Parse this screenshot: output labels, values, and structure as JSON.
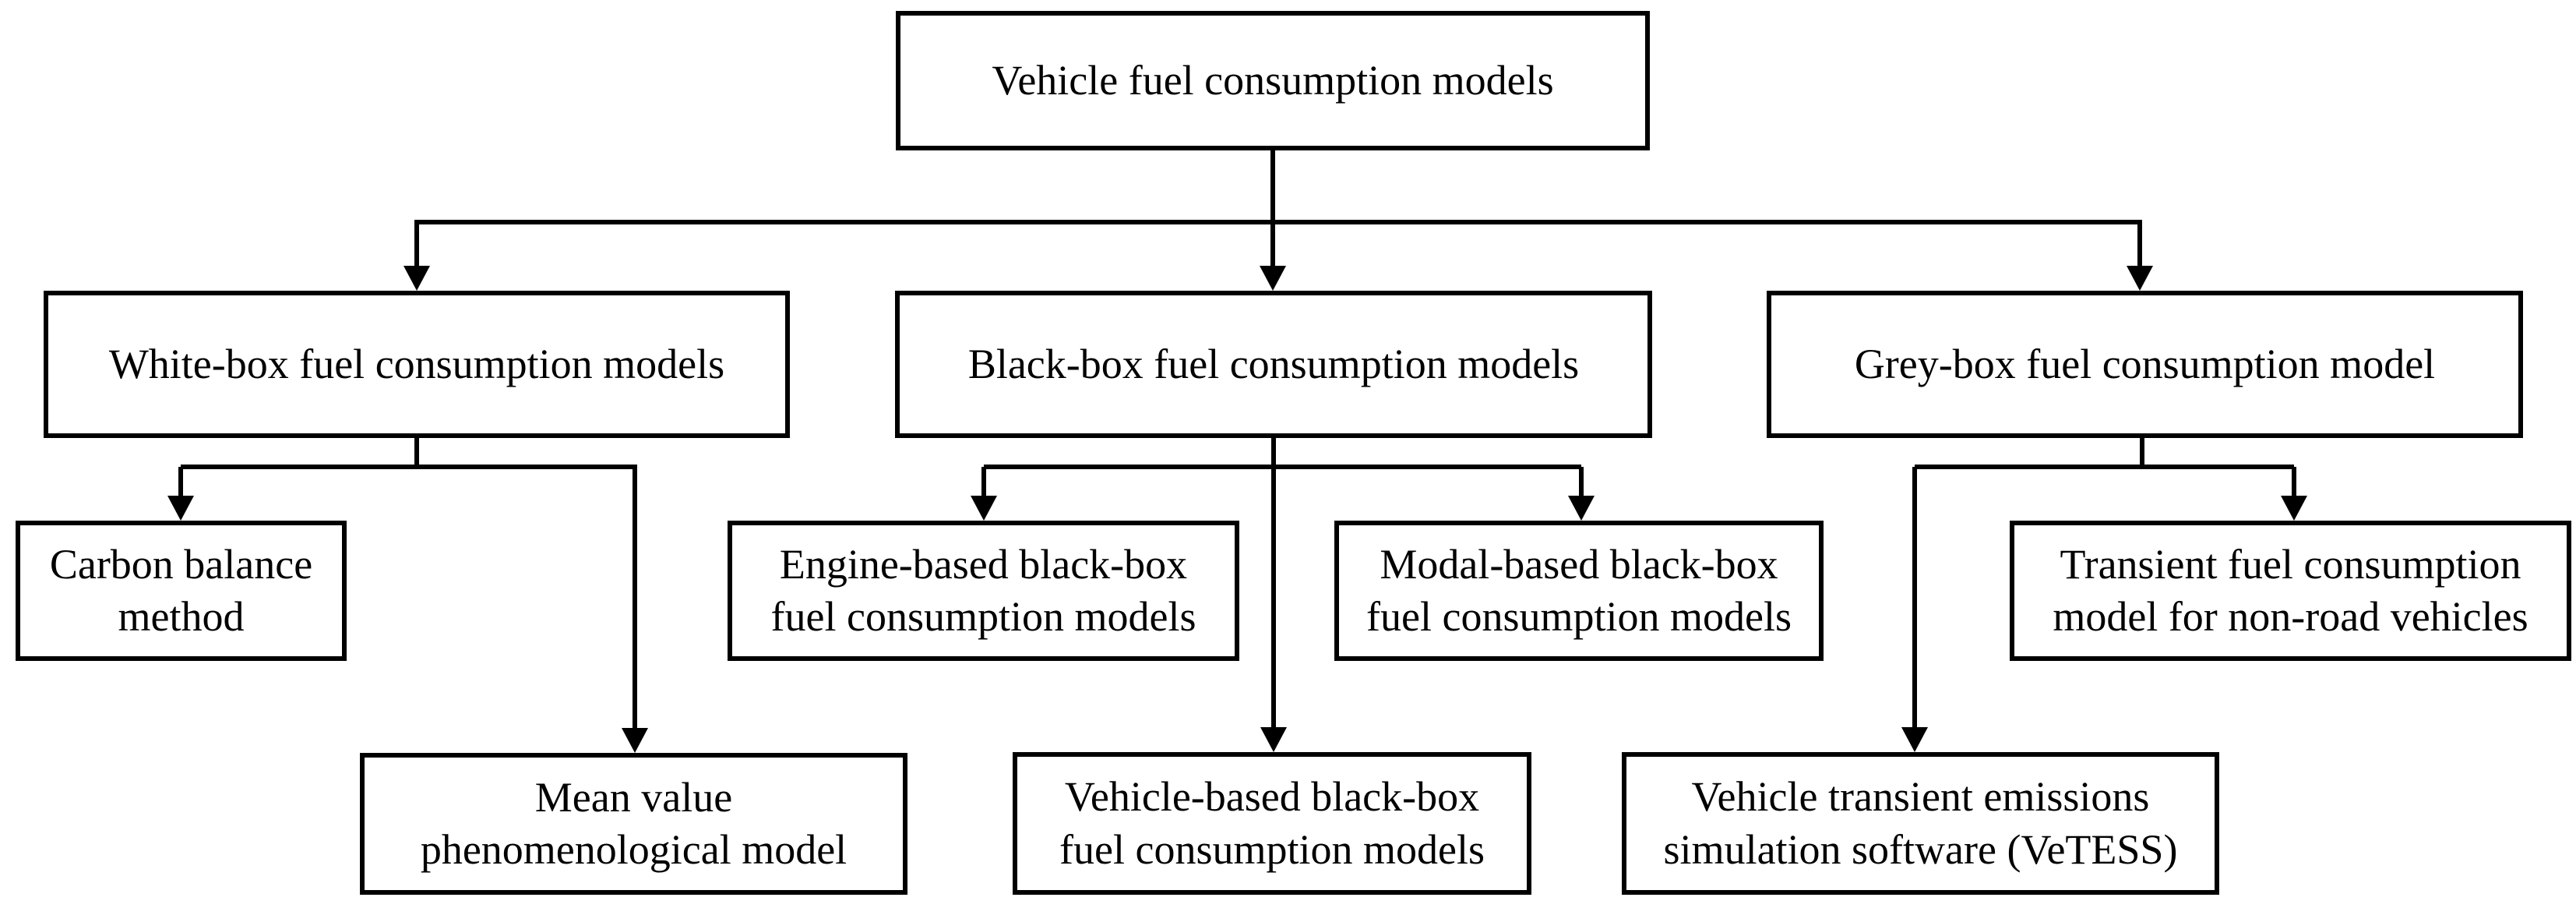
{
  "diagram_title": "Vehicle fuel consumption models classification flowchart",
  "colors": {
    "background": "#ffffff",
    "box_fill": "#ffffff",
    "box_border": "#000000",
    "line": "#000000",
    "text": "#000000"
  },
  "nodes": {
    "root": {
      "label": "Vehicle fuel consumption models"
    },
    "white_box": {
      "label": "White-box fuel consumption models"
    },
    "black_box": {
      "label": "Black-box fuel consumption models"
    },
    "grey_box": {
      "label": "Grey-box fuel consumption model"
    },
    "carbon_balance": {
      "label": "Carbon balance\nmethod"
    },
    "mean_value": {
      "label": "Mean value\nphenomenological model"
    },
    "engine_based": {
      "label": "Engine-based black-box\nfuel consumption models"
    },
    "modal_based": {
      "label": "Modal-based black-box\nfuel consumption models"
    },
    "vehicle_based": {
      "label": "Vehicle-based black-box\nfuel consumption models"
    },
    "transient_nonroad": {
      "label": "Transient fuel consumption\nmodel for non-road vehicles"
    },
    "vetess": {
      "label": "Vehicle transient emissions\nsimulation software (VeTESS)"
    }
  },
  "edges": [
    [
      "root",
      "white_box"
    ],
    [
      "root",
      "black_box"
    ],
    [
      "root",
      "grey_box"
    ],
    [
      "white_box",
      "carbon_balance"
    ],
    [
      "white_box",
      "mean_value"
    ],
    [
      "black_box",
      "engine_based"
    ],
    [
      "black_box",
      "modal_based"
    ],
    [
      "black_box",
      "vehicle_based"
    ],
    [
      "grey_box",
      "transient_nonroad"
    ],
    [
      "grey_box",
      "vetess"
    ]
  ]
}
